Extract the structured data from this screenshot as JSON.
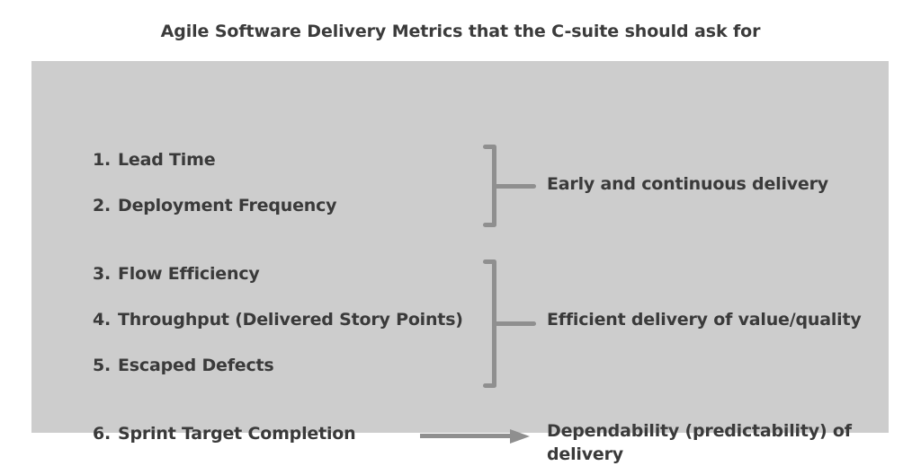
{
  "title": "Agile Software Delivery Metrics that the C-suite should ask for",
  "colors": {
    "page_background": "#ffffff",
    "panel_background": "#cdcdcd",
    "text": "#3a3a3a",
    "connector": "#8f8f8f"
  },
  "metrics": [
    {
      "number": "1.",
      "label": "Lead Time"
    },
    {
      "number": "2.",
      "label": "Deployment Frequency"
    },
    {
      "number": "3.",
      "label": "Flow Efficiency"
    },
    {
      "number": "4.",
      "label": "Throughput (Delivered Story Points)"
    },
    {
      "number": "5.",
      "label": "Escaped Defects"
    },
    {
      "number": "6.",
      "label": "Sprint Target Completion"
    }
  ],
  "outcomes": [
    {
      "label": "Early and continuous delivery",
      "connector": "brace",
      "groups": [
        "1.",
        "2."
      ]
    },
    {
      "label": "Efficient delivery of value/quality",
      "connector": "brace",
      "groups": [
        "3.",
        "4.",
        "5."
      ]
    },
    {
      "label": "Dependability (predictability) of delivery",
      "connector": "arrow",
      "groups": [
        "6."
      ]
    }
  ]
}
